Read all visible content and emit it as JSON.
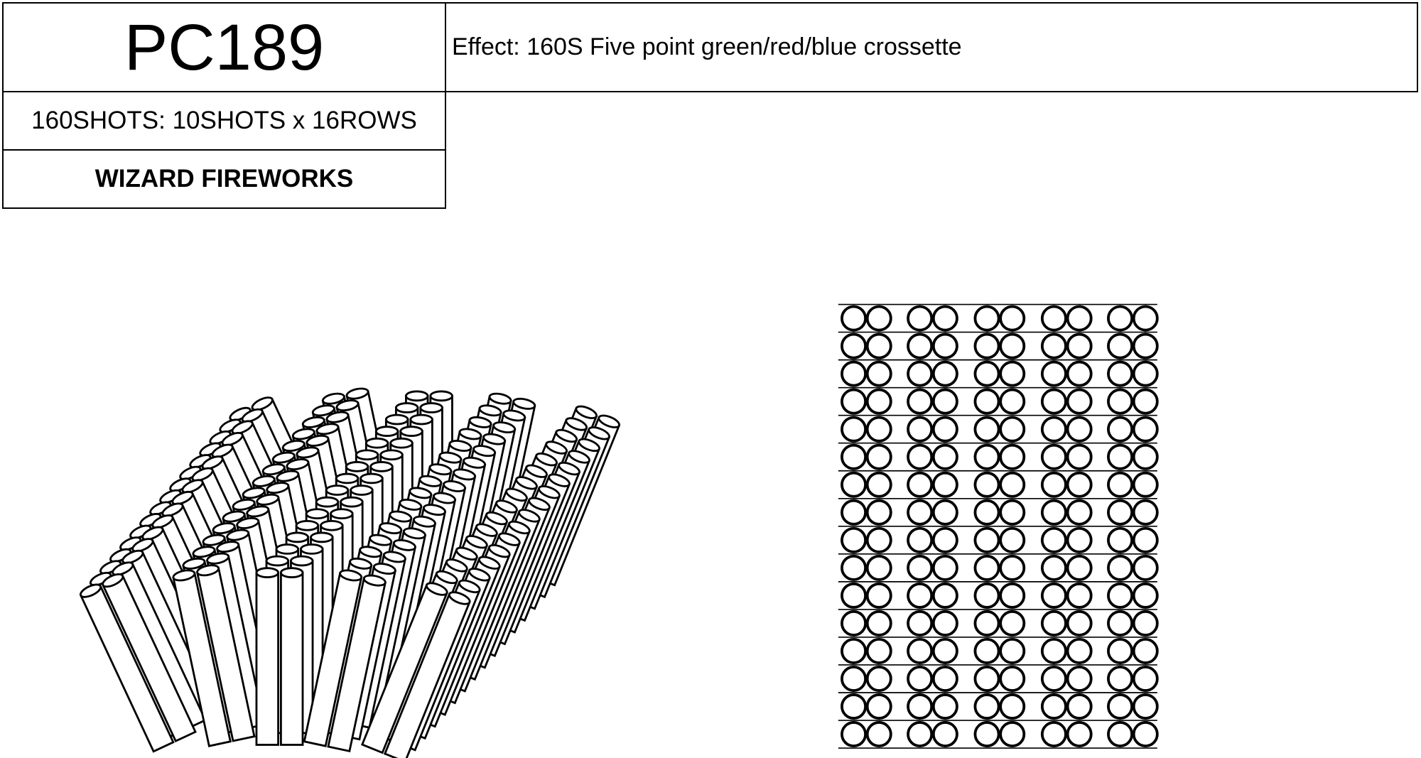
{
  "header": {
    "product_code": "PC189",
    "effect": "Effect: 160S Five point green/red/blue crossette",
    "shots": "160SHOTS: 10SHOTS x 16ROWS",
    "brand": "WIZARD FIREWORKS"
  },
  "layout_diagram": {
    "rows": 16,
    "tubes_per_row": 10,
    "groups": 5,
    "group_tilts_deg": [
      -25,
      -12,
      0,
      12,
      22
    ]
  },
  "colors": {
    "line": "#000000",
    "background": "#ffffff"
  }
}
